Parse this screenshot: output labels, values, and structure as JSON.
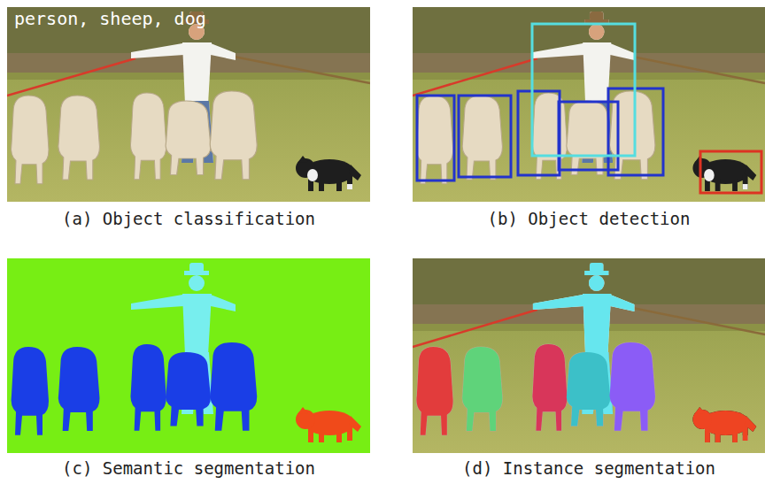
{
  "diagram": {
    "labels": [
      "person, sheep, dog",
      "(a) Object classification",
      "(b) Object detection",
      "(c) Semantic segmentation",
      "(d) Instance segmentation"
    ]
  }
}
